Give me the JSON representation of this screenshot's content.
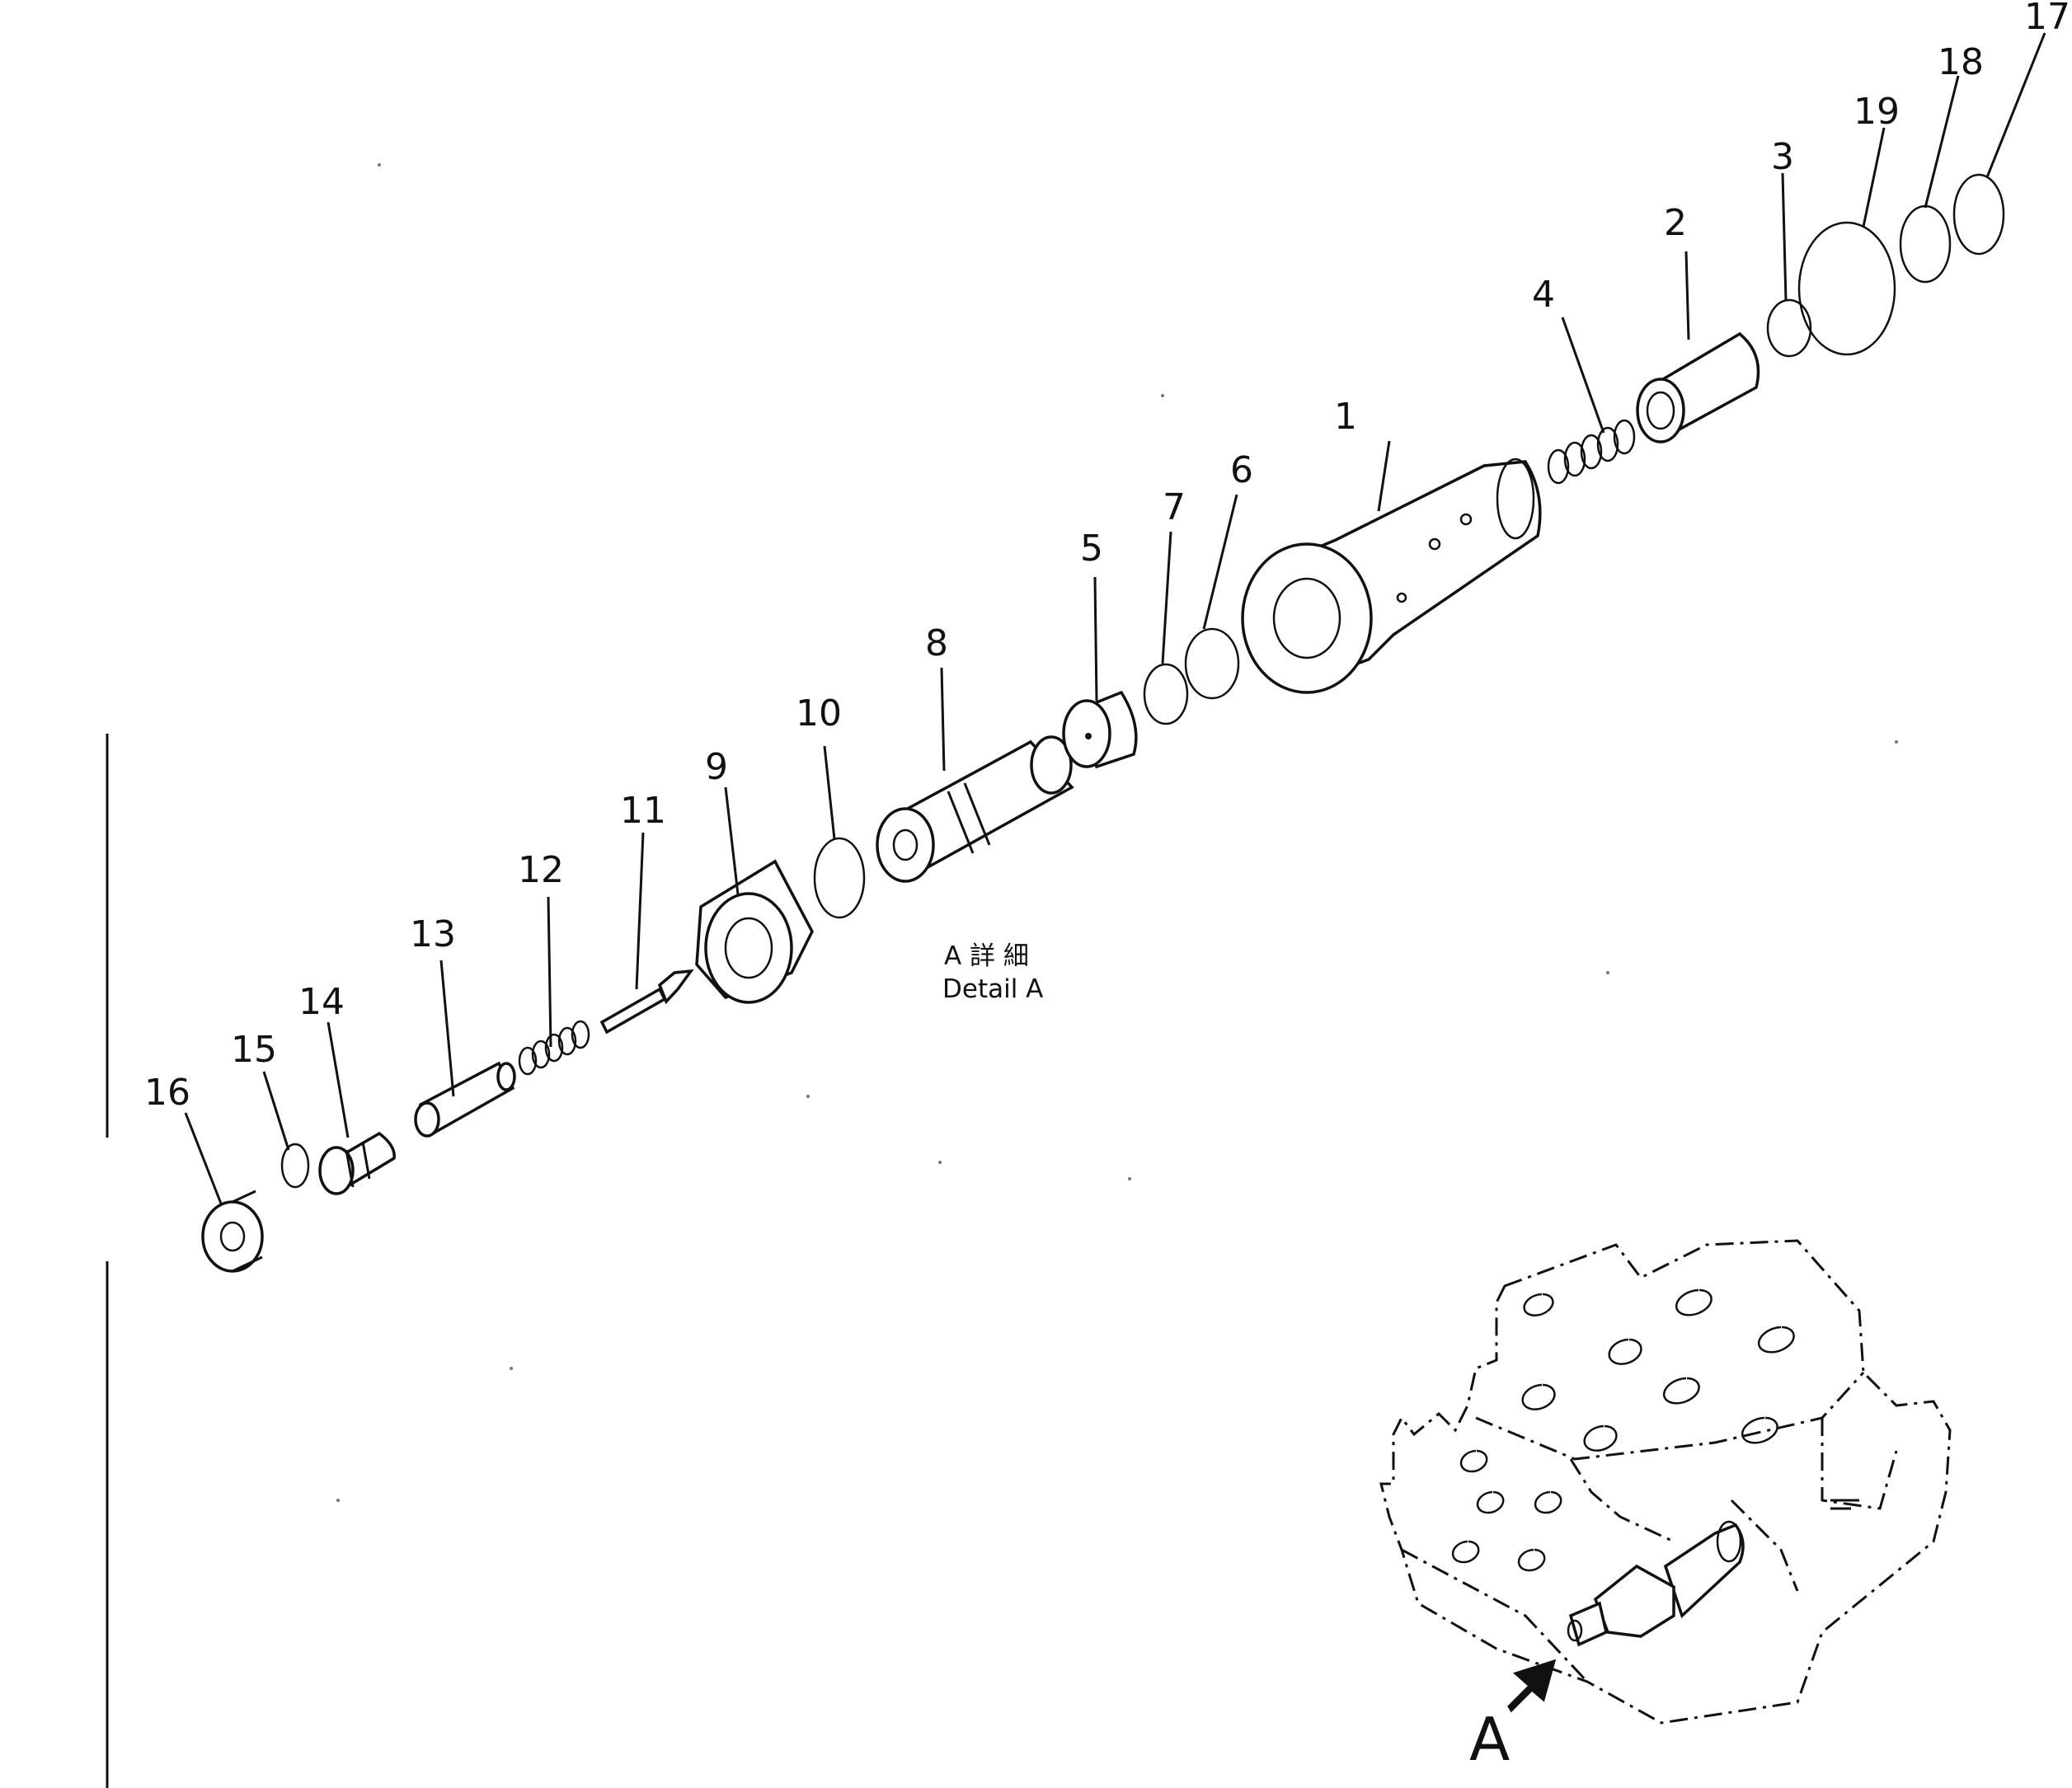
{
  "diagram": {
    "detail_label_jp": "A 詳 細",
    "detail_label_en": "Detail A",
    "view_marker": "A",
    "callouts": [
      {
        "id": "c1",
        "text": "1"
      },
      {
        "id": "c2",
        "text": "2"
      },
      {
        "id": "c3",
        "text": "3"
      },
      {
        "id": "c4",
        "text": "4"
      },
      {
        "id": "c5",
        "text": "5"
      },
      {
        "id": "c6",
        "text": "6"
      },
      {
        "id": "c7",
        "text": "7"
      },
      {
        "id": "c8",
        "text": "8"
      },
      {
        "id": "c9",
        "text": "9"
      },
      {
        "id": "c10",
        "text": "10"
      },
      {
        "id": "c11",
        "text": "11"
      },
      {
        "id": "c12",
        "text": "12"
      },
      {
        "id": "c13",
        "text": "13"
      },
      {
        "id": "c14",
        "text": "14"
      },
      {
        "id": "c15",
        "text": "15"
      },
      {
        "id": "c16",
        "text": "16"
      },
      {
        "id": "c17",
        "text": "17"
      },
      {
        "id": "c18",
        "text": "18"
      },
      {
        "id": "c19",
        "text": "19"
      }
    ]
  }
}
